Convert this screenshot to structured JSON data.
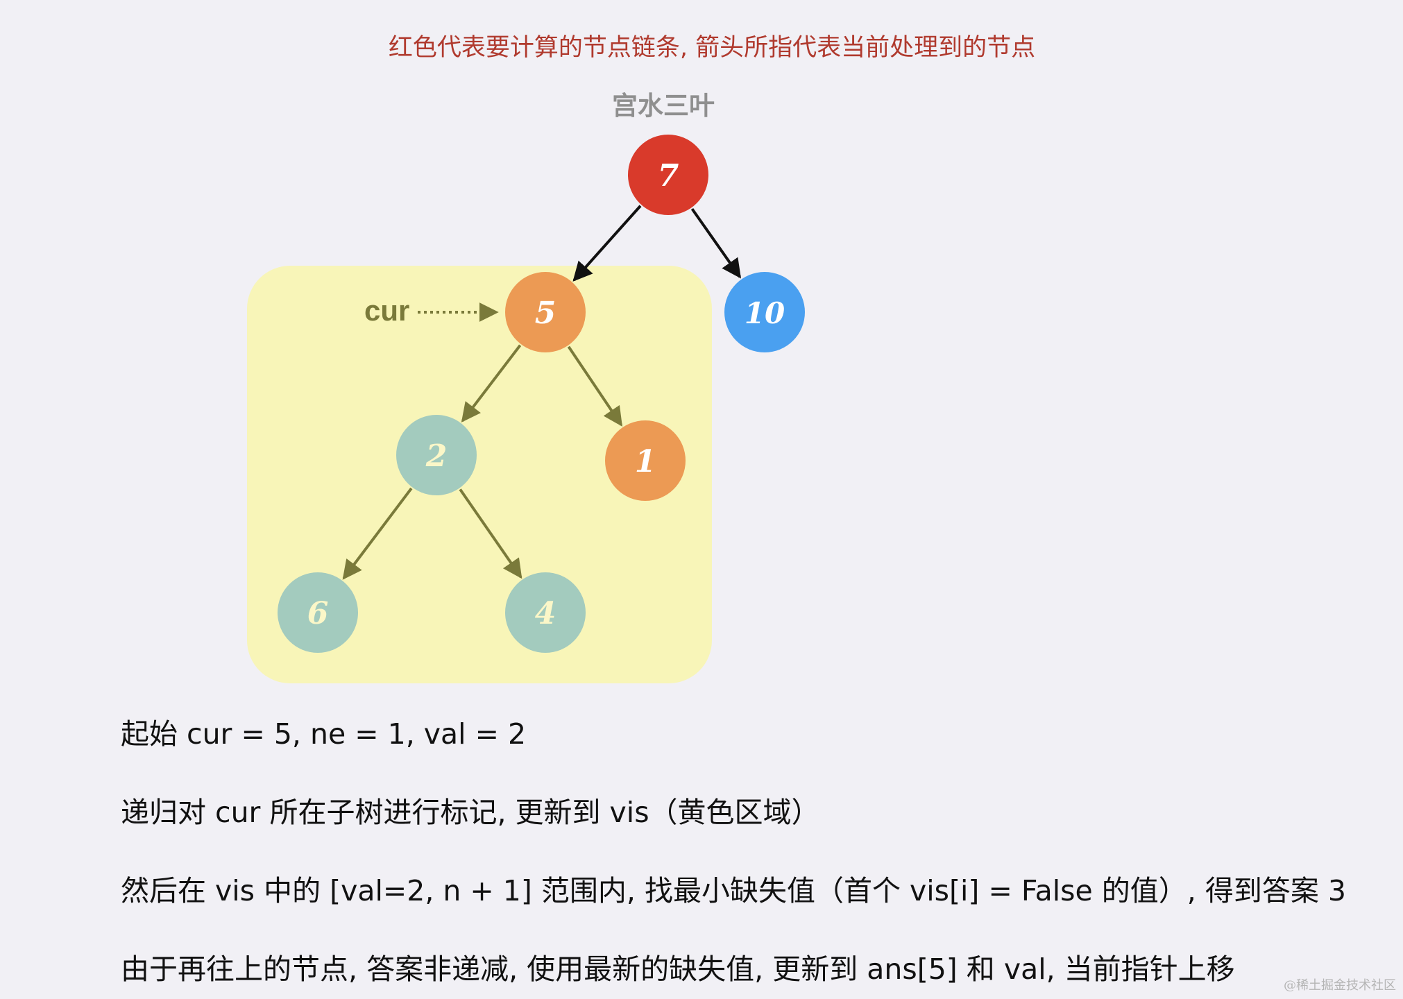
{
  "caption": "红色代表要计算的节点链条, 箭头所指代表当前处理到的节点",
  "author": "宫水三叶",
  "pointer_label": "cur",
  "colors": {
    "caption": "#b03a2e",
    "highlight_region": "#f8f5b8",
    "node_red": "#d93a2b",
    "node_orange": "#ec9a54",
    "node_blue": "#4aa0f0",
    "node_teal": "#a3cbbe",
    "node_text_light": "#ffffff",
    "node_text_teal": "#fbf7c8",
    "edge_black": "#111111",
    "edge_olive": "#7a7a3a"
  },
  "tree": {
    "nodes": [
      {
        "id": "n7",
        "label": "7",
        "color": "red"
      },
      {
        "id": "n5",
        "label": "5",
        "color": "orange"
      },
      {
        "id": "n10",
        "label": "10",
        "color": "blue"
      },
      {
        "id": "n2",
        "label": "2",
        "color": "teal"
      },
      {
        "id": "n1",
        "label": "1",
        "color": "orange"
      },
      {
        "id": "n6",
        "label": "6",
        "color": "teal"
      },
      {
        "id": "n4",
        "label": "4",
        "color": "teal"
      }
    ],
    "edges": [
      {
        "from": "n7",
        "to": "n5"
      },
      {
        "from": "n7",
        "to": "n10"
      },
      {
        "from": "n5",
        "to": "n2"
      },
      {
        "from": "n5",
        "to": "n1"
      },
      {
        "from": "n2",
        "to": "n6"
      },
      {
        "from": "n2",
        "to": "n4"
      }
    ],
    "highlighted_subtree_root": "n5",
    "current_node": "n5"
  },
  "steps": [
    "起始 cur = 5, ne = 1, val = 2",
    "递归对 cur 所在子树进行标记, 更新到 vis（黄色区域）",
    "然后在 vis 中的 [val=2, n + 1] 范围内, 找最小缺失值（首个 vis[i] = False 的值）, 得到答案 3",
    "由于再往上的节点, 答案非递减, 使用最新的缺失值, 更新到 ans[5] 和 val, 当前指针上移"
  ],
  "watermark": "@稀土掘金技术社区"
}
